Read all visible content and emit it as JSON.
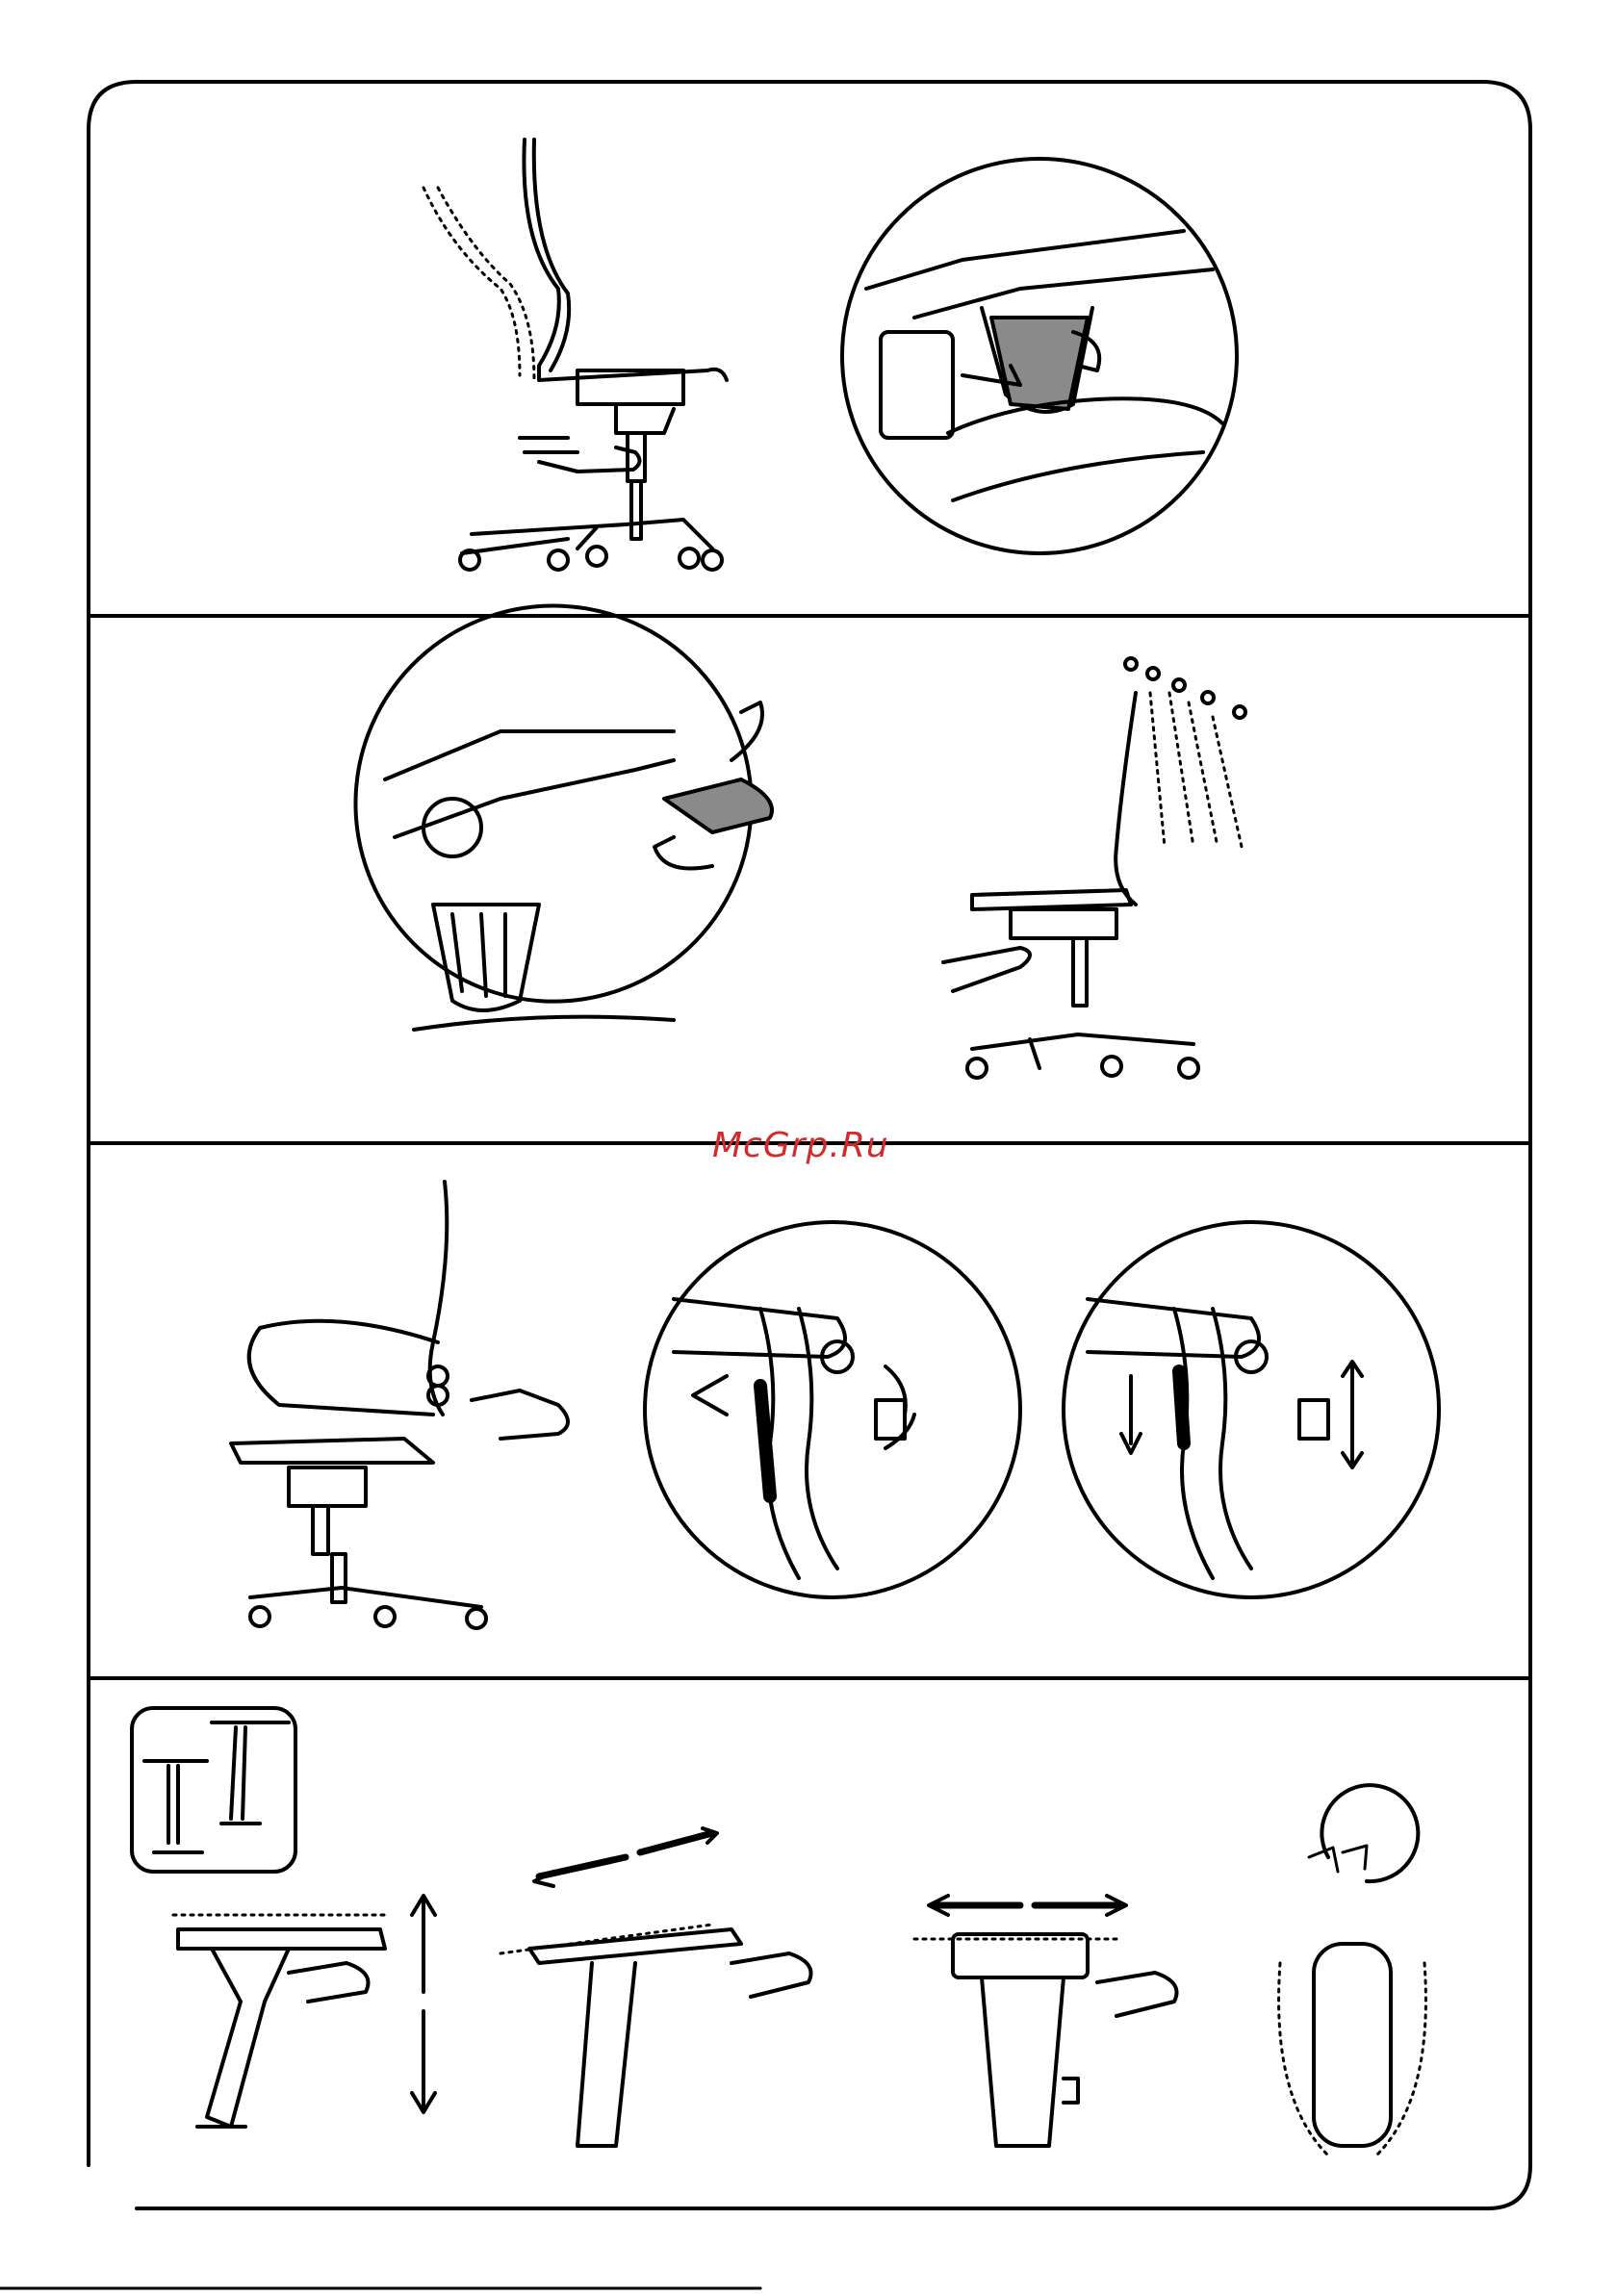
{
  "watermark": {
    "text": "McGrp.Ru",
    "color": "#d12b2b"
  },
  "colors": {
    "line": "#000000",
    "paper": "#ffffff",
    "shade": "#8a8a8a"
  },
  "sections": [
    {
      "id": "seat-height",
      "illustrations": [
        "chair-side-hand-lever",
        "mechanism-zoom-gas-lift"
      ]
    },
    {
      "id": "backrest-tilt",
      "illustrations": [
        "mechanism-zoom-lever-rotate",
        "chair-side-backrest-positions"
      ]
    },
    {
      "id": "lumbar",
      "illustrations": [
        "chair-side-back-knob",
        "lumbar-zoom-rotate",
        "lumbar-zoom-slide"
      ]
    },
    {
      "id": "armrest",
      "illustrations": [
        "armrest-icon",
        "armrest-height",
        "armrest-depth",
        "armrest-width",
        "armrest-rotate"
      ]
    }
  ]
}
